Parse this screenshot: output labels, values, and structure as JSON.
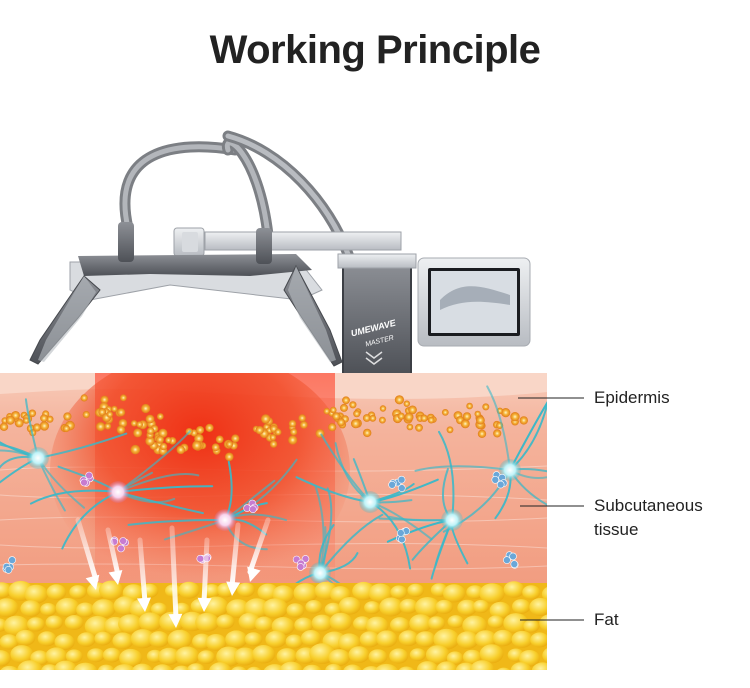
{
  "title": "Working Principle",
  "device": {
    "brand_line1": "UMEWAVE",
    "brand_line2": "MASTER"
  },
  "layers": [
    {
      "id": "epidermis",
      "label": "Epidermis"
    },
    {
      "id": "subcutaneous",
      "label": "Subcutaneous\ntissue"
    },
    {
      "id": "fat",
      "label": "Fat"
    }
  ],
  "colors": {
    "epidermis": "#f7c9b8",
    "dermis": "#f2a589",
    "heat": "#ef3b1c",
    "fat": "#f5c424",
    "nerve": "#3bb8c8",
    "device_body": "#5d6066",
    "device_silver": "#c9ccd1"
  }
}
